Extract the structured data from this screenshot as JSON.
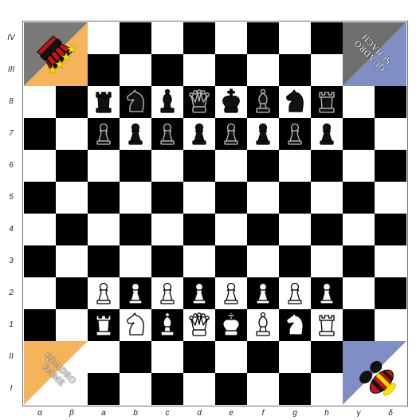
{
  "ranks": [
    "IV",
    "III",
    "8",
    "7",
    "6",
    "5",
    "4",
    "3",
    "2",
    "1",
    "II",
    "I"
  ],
  "files": [
    "α",
    "β",
    "a",
    "b",
    "c",
    "d",
    "e",
    "f",
    "g",
    "h",
    "γ",
    "δ"
  ],
  "corners": {
    "top_left": {
      "name": "red-player-corner",
      "colors": [
        "#f5b45a",
        "#7a7a7a"
      ],
      "icon": "crown-stars-icon"
    },
    "top_right": {
      "name": "quadro-schach-corner",
      "line1": "QUADRO",
      "line2": "SCHACH",
      "colors": [
        "#6f6f6f",
        "#7f8fc6"
      ]
    },
    "bottom_left": {
      "name": "quadro-dame-corner",
      "line1": "QUADRO",
      "line2": "DAME",
      "colors": [
        "#f5b45a",
        "#ffffff"
      ]
    },
    "bottom_right": {
      "name": "bee-player-corner",
      "colors": [
        "#7f8fc6",
        "#ffffff"
      ],
      "icon": "bee-icon"
    }
  },
  "pieces": [
    {
      "rank": "8",
      "file": "a",
      "type": "rook",
      "color": "black"
    },
    {
      "rank": "8",
      "file": "b",
      "type": "knight",
      "color": "black"
    },
    {
      "rank": "8",
      "file": "c",
      "type": "bishop",
      "color": "black"
    },
    {
      "rank": "8",
      "file": "d",
      "type": "queen",
      "color": "black"
    },
    {
      "rank": "8",
      "file": "e",
      "type": "king",
      "color": "black"
    },
    {
      "rank": "8",
      "file": "f",
      "type": "bishop",
      "color": "black"
    },
    {
      "rank": "8",
      "file": "g",
      "type": "knight",
      "color": "black"
    },
    {
      "rank": "8",
      "file": "h",
      "type": "rook",
      "color": "black"
    },
    {
      "rank": "7",
      "file": "a",
      "type": "pawn",
      "color": "black"
    },
    {
      "rank": "7",
      "file": "b",
      "type": "pawn",
      "color": "black"
    },
    {
      "rank": "7",
      "file": "c",
      "type": "pawn",
      "color": "black"
    },
    {
      "rank": "7",
      "file": "d",
      "type": "pawn",
      "color": "black"
    },
    {
      "rank": "7",
      "file": "e",
      "type": "pawn",
      "color": "black"
    },
    {
      "rank": "7",
      "file": "f",
      "type": "pawn",
      "color": "black"
    },
    {
      "rank": "7",
      "file": "g",
      "type": "pawn",
      "color": "black"
    },
    {
      "rank": "7",
      "file": "h",
      "type": "pawn",
      "color": "black"
    },
    {
      "rank": "2",
      "file": "a",
      "type": "pawn",
      "color": "white"
    },
    {
      "rank": "2",
      "file": "b",
      "type": "pawn",
      "color": "white"
    },
    {
      "rank": "2",
      "file": "c",
      "type": "pawn",
      "color": "white"
    },
    {
      "rank": "2",
      "file": "d",
      "type": "pawn",
      "color": "white"
    },
    {
      "rank": "2",
      "file": "e",
      "type": "pawn",
      "color": "white"
    },
    {
      "rank": "2",
      "file": "f",
      "type": "pawn",
      "color": "white"
    },
    {
      "rank": "2",
      "file": "g",
      "type": "pawn",
      "color": "white"
    },
    {
      "rank": "2",
      "file": "h",
      "type": "pawn",
      "color": "white"
    },
    {
      "rank": "1",
      "file": "a",
      "type": "rook",
      "color": "white"
    },
    {
      "rank": "1",
      "file": "b",
      "type": "knight",
      "color": "white"
    },
    {
      "rank": "1",
      "file": "c",
      "type": "bishop",
      "color": "white"
    },
    {
      "rank": "1",
      "file": "d",
      "type": "queen",
      "color": "white"
    },
    {
      "rank": "1",
      "file": "e",
      "type": "king",
      "color": "white"
    },
    {
      "rank": "1",
      "file": "f",
      "type": "bishop",
      "color": "white"
    },
    {
      "rank": "1",
      "file": "g",
      "type": "knight",
      "color": "white"
    },
    {
      "rank": "1",
      "file": "h",
      "type": "rook",
      "color": "white"
    }
  ]
}
